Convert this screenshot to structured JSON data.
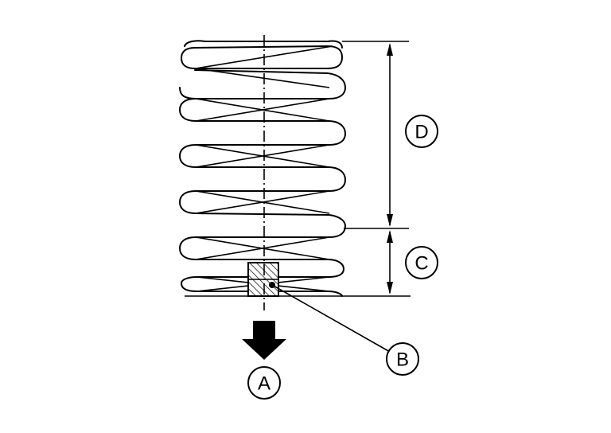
{
  "labels": {
    "direction": "A",
    "spacer": "B",
    "free_coils_length": "C",
    "active_coils_length": "D"
  },
  "colors": {
    "line": "#000000",
    "background": "#ffffff"
  }
}
